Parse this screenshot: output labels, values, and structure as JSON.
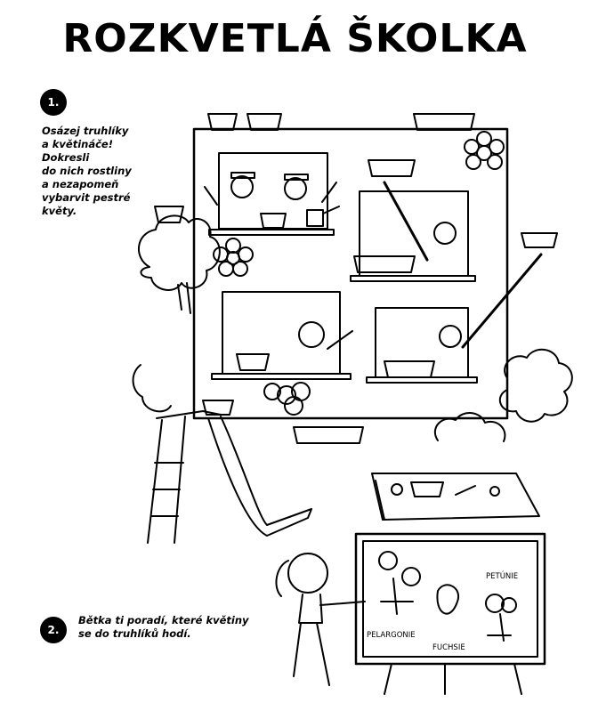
{
  "title": "ROZKVETLÁ ŠKOLKA",
  "steps": [
    {
      "number": "1.",
      "text_lines": [
        "Osázej truhlíky",
        "a květináče!",
        "Dokresli",
        "do nich rostliny",
        "a nezapomeň",
        "vybarvit pestré",
        "květy."
      ]
    },
    {
      "number": "2.",
      "text_lines": [
        "Bětka ti poradí, které květiny",
        "se do truhlíků hodí."
      ]
    }
  ],
  "sign": {
    "labels": {
      "petunie": "PETÚNIE",
      "pelargonie": "PELARGONIE",
      "fuchsie": "FUCHSIE"
    }
  }
}
